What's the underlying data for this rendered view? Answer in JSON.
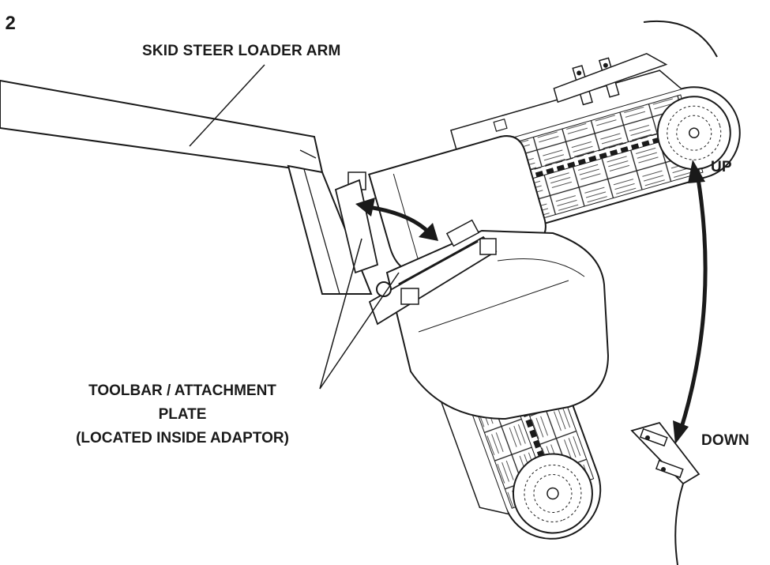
{
  "figure_number": "2",
  "labels": {
    "arm": "SKID STEER LOADER ARM",
    "up": "UP",
    "down": "DOWN",
    "toolbar_line1": "TOOLBAR / ATTACHMENT",
    "toolbar_line2": "PLATE",
    "toolbar_line3": "(LOCATED INSIDE ADAPTOR)"
  },
  "colors": {
    "ink": "#1a1a1a",
    "paper": "#ffffff"
  }
}
